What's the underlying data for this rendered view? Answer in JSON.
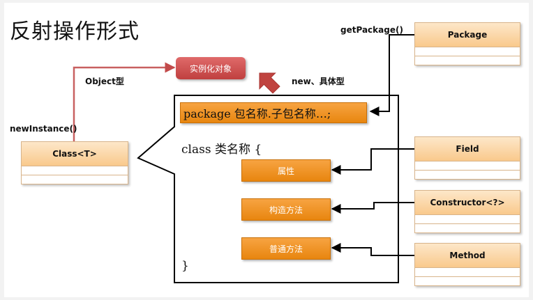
{
  "title": "反射操作形式",
  "labels": {
    "get_package": "getPackage()",
    "object_type": "Object型",
    "new_instance": "newInstance()",
    "new_concrete": "new、具体型"
  },
  "instantiate_label": "实例化对象",
  "class_t": "Class<T>",
  "package_line": "package 包名称.子包名称…;",
  "class_line": "class 类名称 {",
  "close_brace": "}",
  "members": {
    "attribute": "属性",
    "constructor": "构造方法",
    "method": "普通方法"
  },
  "reflect_classes": {
    "package": "Package",
    "field": "Field",
    "constructor": "Constructor<?>",
    "method": "Method"
  }
}
